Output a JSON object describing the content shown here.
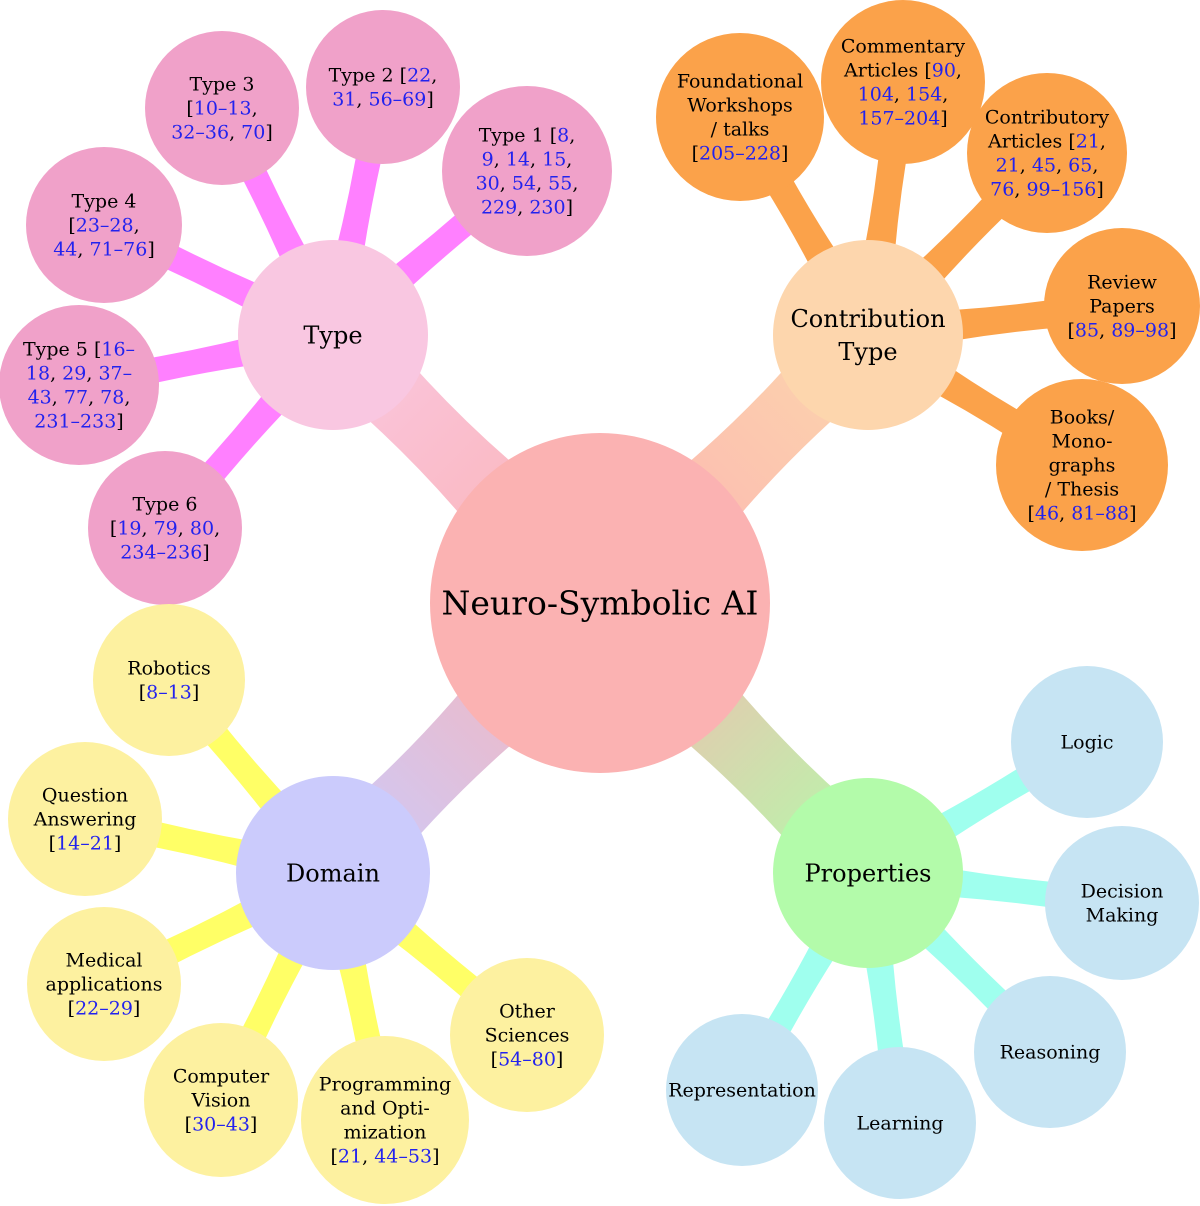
{
  "title": "Neuro-Symbolic AI",
  "colors": {
    "center": "#fbb2b2",
    "type_main": "#f9c7e1",
    "type_leaf": "#f0a1c9",
    "type_link": "#ff80ff",
    "contribution_main": "#fdd6ad",
    "contribution_leaf": "#fba24a",
    "domain_main": "#cbcbfc",
    "domain_leaf": "#fdf1a0",
    "domain_link": "#ffff66",
    "properties_main": "#b3fbaa",
    "properties_leaf": "#c6e4f3",
    "properties_link": "#9fffee",
    "ref": "#2222ee"
  },
  "branches": [
    {
      "id": "type",
      "label": [
        "Type"
      ],
      "leaves": [
        {
          "lines": [
            "Type 3",
            "[10–13,",
            "32–36, 70]"
          ]
        },
        {
          "lines": [
            "Type 2 [22,",
            "31, 56–69]"
          ]
        },
        {
          "lines": [
            "Type 1 [8,",
            "9, 14, 15,",
            "30, 54, 55,",
            "229, 230]"
          ]
        },
        {
          "lines": [
            "Type 4",
            "[23–28,",
            "44, 71–76]"
          ]
        },
        {
          "lines": [
            "Type 5 [16–",
            "18, 29, 37–",
            "43, 77, 78,",
            "231–233]"
          ]
        },
        {
          "lines": [
            "Type 6",
            "[19, 79, 80,",
            "234–236]"
          ]
        }
      ]
    },
    {
      "id": "contribution",
      "label": [
        "Contribution",
        "Type"
      ],
      "leaves": [
        {
          "lines": [
            "Foundational",
            "Workshops",
            "/ talks",
            "[205–228]"
          ]
        },
        {
          "lines": [
            "Commentary",
            "Articles [90,",
            "104, 154,",
            "157–204]"
          ]
        },
        {
          "lines": [
            "Contributory",
            "Articles [21,",
            "21, 45, 65,",
            "76, 99–156]"
          ]
        },
        {
          "lines": [
            "Review",
            "Papers",
            "[85, 89–98]"
          ]
        },
        {
          "lines": [
            "Books/",
            "Mono-",
            "graphs",
            "/ Thesis",
            "[46, 81–88]"
          ]
        }
      ]
    },
    {
      "id": "domain",
      "label": [
        "Domain"
      ],
      "leaves": [
        {
          "lines": [
            "Robotics",
            "[8–13]"
          ]
        },
        {
          "lines": [
            "Question",
            "Answering",
            "[14–21]"
          ]
        },
        {
          "lines": [
            "Medical",
            "applications",
            "[22–29]"
          ]
        },
        {
          "lines": [
            "Computer",
            "Vision",
            "[30–43]"
          ]
        },
        {
          "lines": [
            "Programming",
            "and Opti-",
            "mization",
            "[21, 44–53]"
          ]
        },
        {
          "lines": [
            "Other",
            "Sciences",
            "[54–80]"
          ]
        }
      ]
    },
    {
      "id": "properties",
      "label": [
        "Properties"
      ],
      "leaves": [
        {
          "lines": [
            "Logic"
          ]
        },
        {
          "lines": [
            "Decision",
            "Making"
          ]
        },
        {
          "lines": [
            "Reasoning"
          ]
        },
        {
          "lines": [
            "Learning"
          ]
        },
        {
          "lines": [
            "Representation"
          ]
        }
      ]
    }
  ]
}
